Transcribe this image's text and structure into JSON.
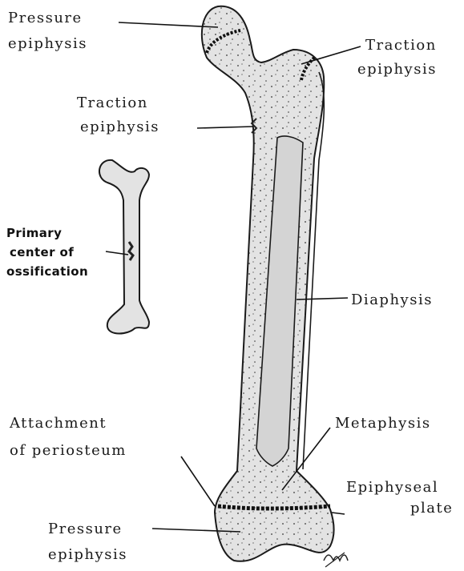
{
  "labels": {
    "pressure_top": [
      "Pressure",
      "epiphysis"
    ],
    "traction_right": [
      "Traction",
      "epiphysis"
    ],
    "traction_left": [
      "Traction",
      "epiphysis"
    ],
    "primary_center": [
      "Primary",
      "center of",
      "ossification"
    ],
    "diaphysis": "Diaphysis",
    "metaphysis": "Metaphysis",
    "attachment": [
      "Attachment",
      "of periosteum"
    ],
    "epiphyseal_plate": [
      "Epiphyseal",
      "plate"
    ],
    "pressure_bottom": [
      "Pressure",
      "epiphysis"
    ]
  },
  "colors": {
    "bone_fill": "#e3e3e3",
    "outline": "#1a1a1a",
    "background": "#ffffff"
  }
}
